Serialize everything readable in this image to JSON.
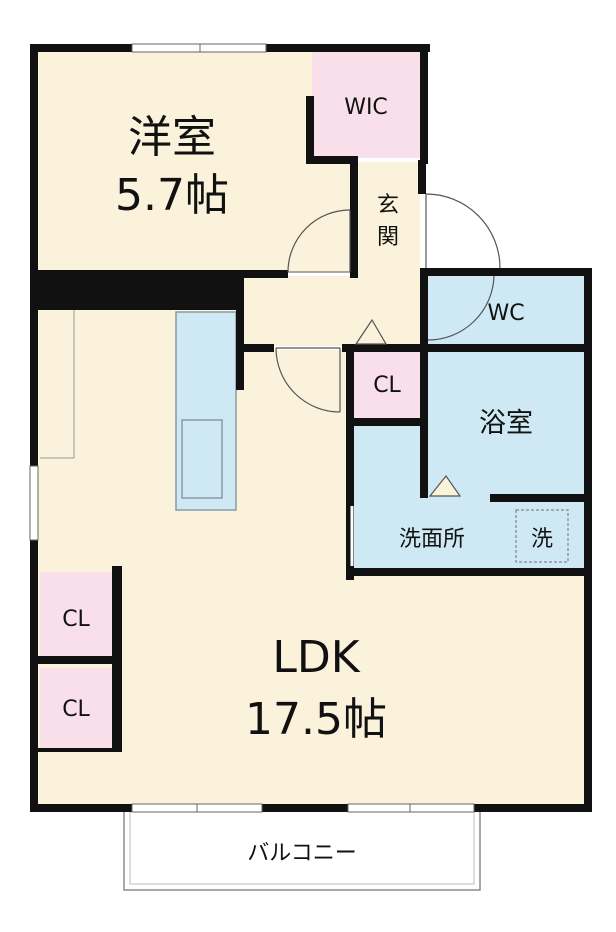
{
  "floorplan": {
    "rooms": {
      "western_room": {
        "name": "洋室",
        "size": "5.7帖"
      },
      "wic": {
        "name": "WIC"
      },
      "entrance": {
        "name": "玄関"
      },
      "wc": {
        "name": "WC"
      },
      "cl_hall": {
        "name": "CL"
      },
      "bath": {
        "name": "浴室"
      },
      "washroom": {
        "name": "洗面所"
      },
      "washer": {
        "name": "洗"
      },
      "cl_top": {
        "name": "CL"
      },
      "cl_bottom": {
        "name": "CL"
      },
      "ldk": {
        "name": "LDK",
        "size": "17.5帖"
      },
      "balcony": {
        "name": "バルコニー"
      }
    },
    "colors": {
      "room_fill": "#fbf2dc",
      "wet_fill": "#cfe9f4",
      "closet_fill": "#f9dfea",
      "wall": "#111111"
    }
  }
}
